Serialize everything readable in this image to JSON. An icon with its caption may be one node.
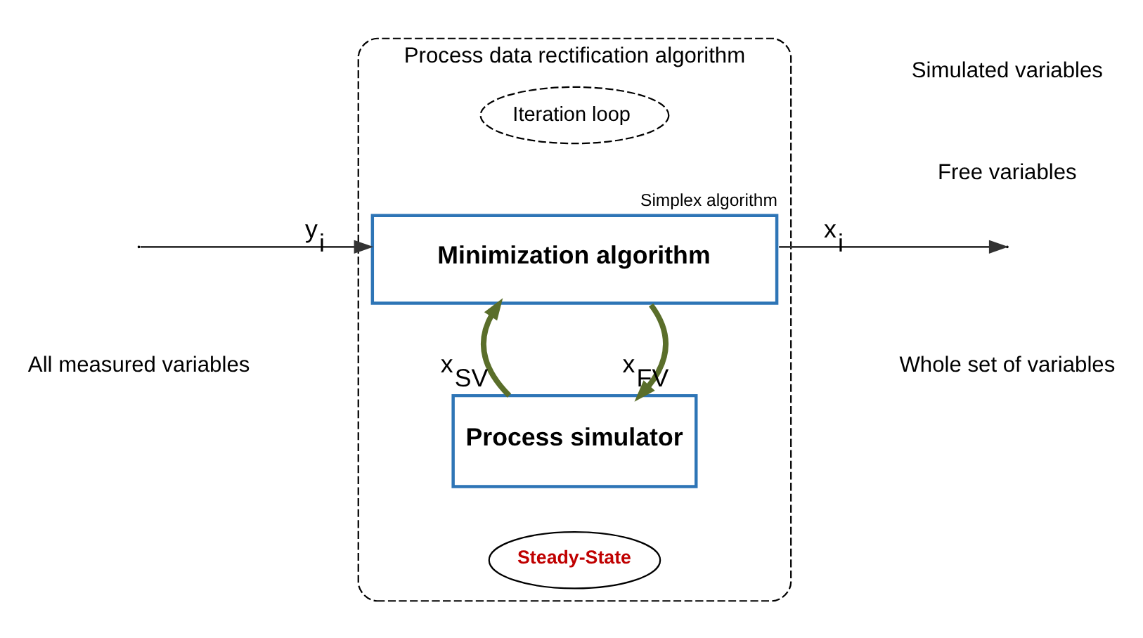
{
  "diagram": {
    "nodes": [
      {
        "text": [
          "Process data rectification algorithm"
        ]
      },
      {
        "text": [
          "Minimization algorithm"
        ],
        "beside": [
          "Simplex algorithm"
        ],
        "in": 0
      },
      {
        "text": [
          "Iteration loop"
        ],
        "in": 0
      },
      {
        "text": [
          "Process simulator"
        ],
        "in": 0
      },
      {
        "text": [
          "Steady-State"
        ],
        "in": 0
      }
    ],
    "edges": [
      {
        "from": null,
        "to": 1,
        "arrow": "to",
        "label": "y$_{i}$",
        "color": "#333333"
      },
      {
        "from": 1,
        "to": null,
        "arrow": "to",
        "label": "x$_{i}$",
        "color": "#333333"
      },
      {
        "from": 1,
        "to": 3,
        "arrow": "to",
        "label": "x$_{FV}$",
        "style": "thick",
        "color": "#5a6e2a"
      },
      {
        "from": 3,
        "to": 1,
        "arrow": "to",
        "label": "x$_{SV}$",
        "style": "thick",
        "color": "#5a6e2a"
      }
    ],
    "labels": [
      "All measured variables",
      "Whole set of variables",
      "Free variables",
      "Simulated variables"
    ]
  }
}
